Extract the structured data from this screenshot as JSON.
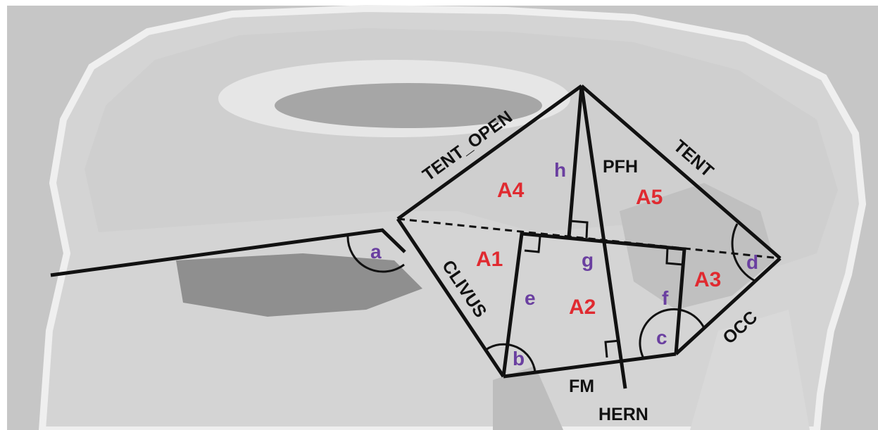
{
  "colors": {
    "background": "#c8c8c8",
    "scan_tone": "#a9a9a9",
    "line": "#111111",
    "region_label": "#e02a30",
    "angle_label": "#6a3fa0"
  },
  "line_labels": {
    "tent_open": "TENT_OPEN",
    "tent": "TENT",
    "pfh": "PFH",
    "clivus": "CLIVUS",
    "occ": "OCC",
    "fm": "FM",
    "hern": "HERN"
  },
  "region_labels": {
    "a1": "A1",
    "a2": "A2",
    "a3": "A3",
    "a4": "A4",
    "a5": "A5"
  },
  "angle_labels": {
    "a": "a",
    "b": "b",
    "c": "c",
    "d": "d",
    "e": "e",
    "f": "f",
    "g": "g",
    "h": "h"
  }
}
